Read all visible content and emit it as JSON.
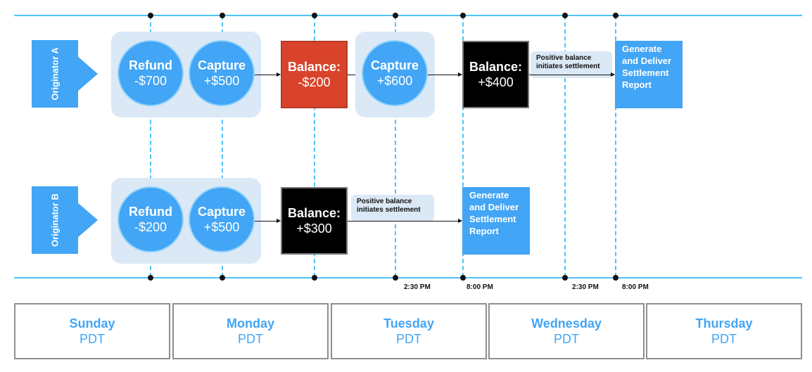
{
  "originators": [
    {
      "label": "Originator A"
    },
    {
      "label": "Originator B"
    }
  ],
  "row_a": {
    "refund": {
      "title": "Refund",
      "amount": "-$700"
    },
    "capture1": {
      "title": "Capture",
      "amount": "+$500"
    },
    "balance1": {
      "title": "Balance:",
      "amount": "-$200",
      "color": "#d9432b"
    },
    "capture2": {
      "title": "Capture",
      "amount": "+$600"
    },
    "balance2": {
      "title": "Balance:",
      "amount": "+$400",
      "color": "#000000"
    },
    "note": "Positive balance initiates settlement",
    "report": "Generate and Deliver Settlement Report"
  },
  "row_b": {
    "refund": {
      "title": "Refund",
      "amount": "-$200"
    },
    "capture": {
      "title": "Capture",
      "amount": "+$500"
    },
    "balance": {
      "title": "Balance:",
      "amount": "+$300",
      "color": "#000000"
    },
    "note": "Positive balance initiates settlement",
    "report": "Generate and Deliver Settlement Report"
  },
  "times": [
    "2:30 PM",
    "8:00 PM",
    "2:30 PM",
    "8:00 PM"
  ],
  "days": [
    {
      "name": "Sunday",
      "tz": "PDT"
    },
    {
      "name": "Monday",
      "tz": "PDT"
    },
    {
      "name": "Tuesday",
      "tz": "PDT"
    },
    {
      "name": "Wednesday",
      "tz": "PDT"
    },
    {
      "name": "Thursday",
      "tz": "PDT"
    }
  ],
  "colors": {
    "accent": "#42a5f5",
    "line": "#4fc3f7",
    "group_bg": "#dbe9f6",
    "negative": "#d9432b"
  }
}
